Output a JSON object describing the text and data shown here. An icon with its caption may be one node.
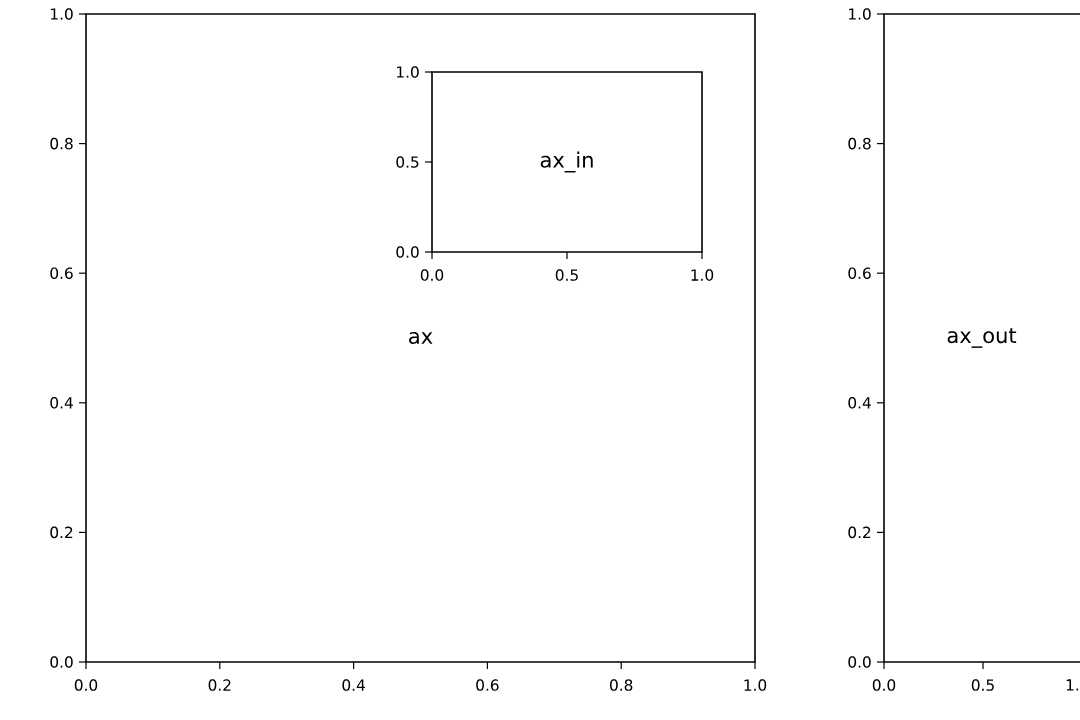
{
  "diagram": {
    "nodes": [
      {
        "text": [
          "ax"
        ]
      },
      {
        "text": [
          "ax_in"
        ],
        "in": 0
      },
      {
        "text": [
          "ax_out"
        ]
      }
    ],
    "labels": [
      "1.0",
      "0.8",
      "0.6",
      "0.4",
      "0.2",
      "0.0",
      "0.0",
      "0.2",
      "0.4",
      "0.6",
      "0.8",
      "1.0",
      "1.0",
      "0.5",
      "0.0",
      "0.0",
      "0.5",
      "1.0",
      "1.0",
      "0.8",
      "0.6",
      "0.4",
      "0.2",
      "0.0",
      "0.0",
      "0.5",
      "1."
    ]
  }
}
